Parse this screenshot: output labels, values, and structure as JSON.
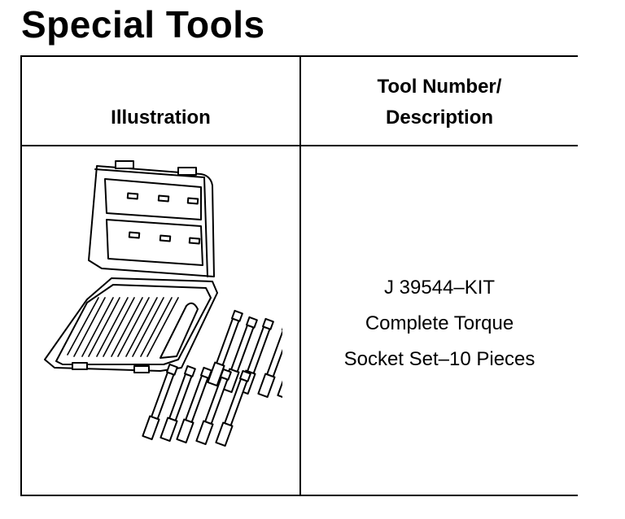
{
  "page": {
    "title": "Special Tools"
  },
  "table": {
    "headers": {
      "illustration": "Illustration",
      "tool_line1": "Tool Number/",
      "tool_line2": "Description"
    },
    "rows": [
      {
        "illustration_icon": "torque-socket-set-case-icon",
        "tool_number": "J 39544–KIT",
        "description_line1": "Complete Torque",
        "description_line2": "Socket Set–10 Pieces"
      }
    ]
  }
}
